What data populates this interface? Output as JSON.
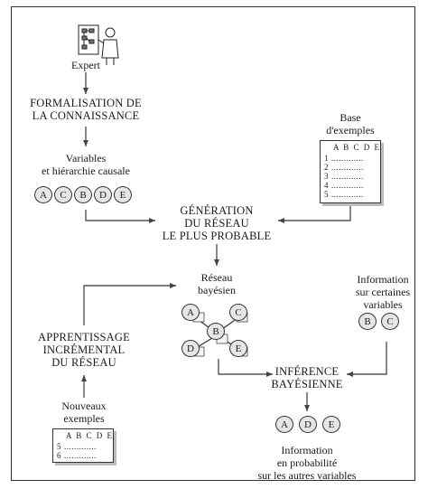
{
  "expert_label": "Expert",
  "formalisation": {
    "line1": "FORMALISATION DE",
    "line2": "LA CONNAISSANCE"
  },
  "variables": {
    "line1": "Variables",
    "line2": "et hiérarchie causale",
    "nodes": [
      "A",
      "C",
      "B",
      "D",
      "E"
    ]
  },
  "base_exemples": {
    "line1": "Base",
    "line2": "d'exemples",
    "header": "A B C D E",
    "rows": [
      {
        "num": "1",
        "dots": "............."
      },
      {
        "num": "2",
        "dots": "............."
      },
      {
        "num": "3",
        "dots": "............."
      },
      {
        "num": "4",
        "dots": "............."
      },
      {
        "num": "5",
        "dots": "............."
      }
    ]
  },
  "generation": {
    "line1": "GÉNÉRATION",
    "line2": "DU RÉSEAU",
    "line3": "LE PLUS PROBABLE"
  },
  "reseau": {
    "line1": "Réseau",
    "line2": "bayésien",
    "nodes": [
      "A",
      "C",
      "B",
      "D",
      "E"
    ]
  },
  "information": {
    "line1": "Information",
    "line2": "sur certaines",
    "line3": "variables",
    "nodes": [
      "B",
      "C"
    ]
  },
  "apprentissage": {
    "line1": "APPRENTISSAGE",
    "line2": "INCRÉMENTAL",
    "line3": "DU RÉSEAU"
  },
  "nouveaux": {
    "line1": "Nouveaux",
    "line2": "exemples",
    "header": "A B C D E",
    "rows": [
      {
        "num": "5",
        "dots": "............."
      },
      {
        "num": "6",
        "dots": "............."
      }
    ]
  },
  "inference": {
    "line1": "INFÉRENCE",
    "line2": "BAYÉSIENNE",
    "nodes": [
      "A",
      "D",
      "E"
    ]
  },
  "result": {
    "line1": "Information",
    "line2": "en probabilité",
    "line3": "sur les autres variables"
  }
}
